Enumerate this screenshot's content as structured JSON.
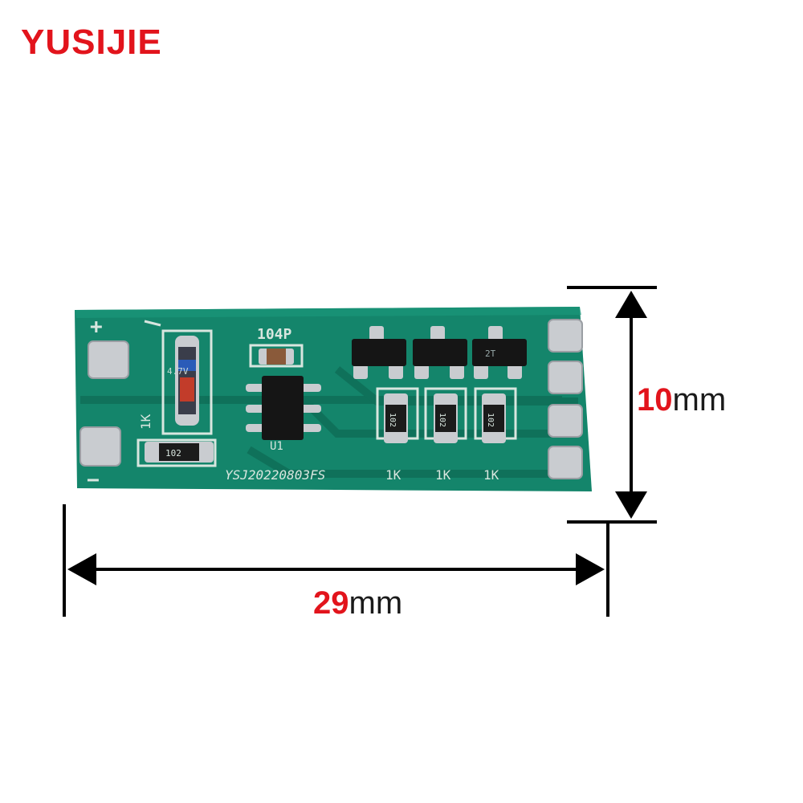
{
  "brand": "YUSIJIE",
  "board": {
    "color": "#14856b",
    "silkscreen": {
      "plus": "+",
      "minus": "−",
      "cap": "104P",
      "chip": "U1",
      "code": "YSJ20220803FS",
      "res_left": "1K",
      "res_1": "1K",
      "res_2": "1K",
      "res_3": "1K",
      "zener": "4.7V",
      "smd_main": "102",
      "smd_1": "102",
      "smd_2": "102",
      "smd_3": "102",
      "tr": "2T"
    }
  },
  "dimensions": {
    "height_value": "10",
    "height_unit": "mm",
    "width_value": "29",
    "width_unit": "mm"
  },
  "colors": {
    "accent": "#e2141c",
    "pad": "#c9ccd0",
    "ink": "#000000"
  }
}
